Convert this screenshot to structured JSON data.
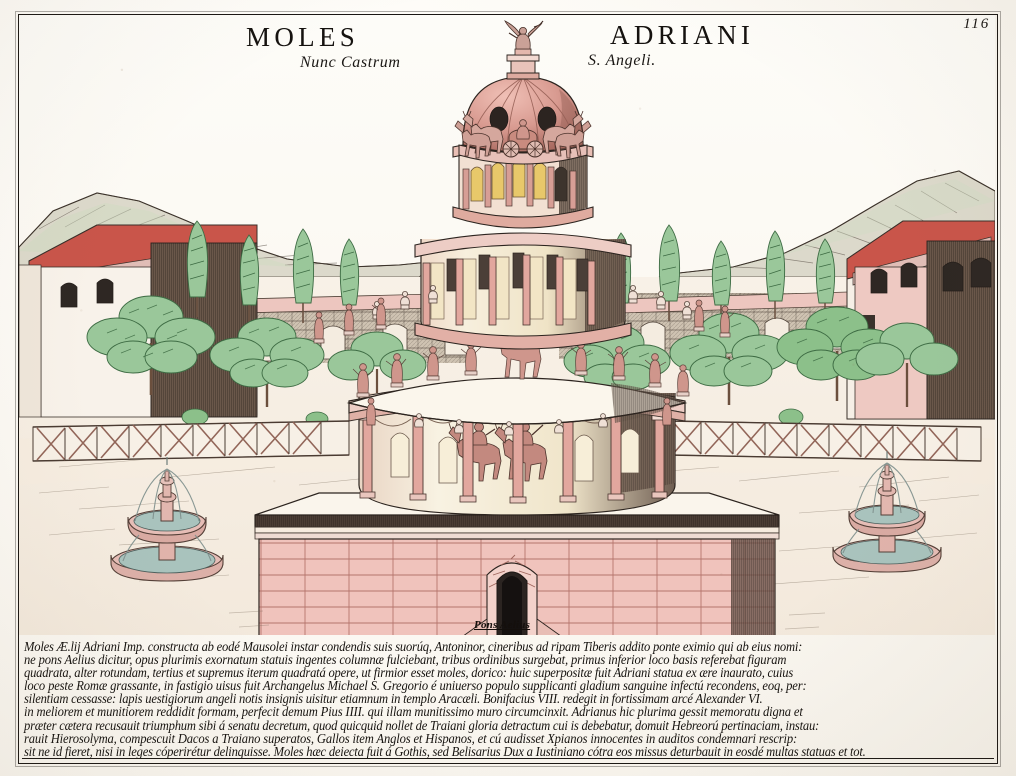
{
  "plate": {
    "folio_number": "116",
    "title_left": "MOLES",
    "title_right": "ADRIANI",
    "subtitle_left": "Nunc Castrum",
    "subtitle_right": "S. Angeli.",
    "inscription_label": "Pons Aelius"
  },
  "caption": {
    "lines": [
      "Moles Æ.lij Adriani Imp. constructa ab eodé Mausolei instar condendis suis suorúq, Antoninor, cineribus ad ripam Tiberis addito ponte eximio qui ab eius nomi:",
      "ne pons Aelius dicitur, opus plurimis exornatum statuis ingentes columnæ fulciebant, tribus ordinibus surgebat, primus inferior loco basis referebat figuram",
      "quadrata, alter rotundam, tertius et supremus iterum quadratá opere, ut firmior esset moles, dorico: huic superpositæ fuit Adriani statua ex ære inaurato, cuius",
      "loco peste Romæ grassante, in fastigio uisus fuit Archangelus Michael S. Gregorio é uniuerso populo supplicanti gladium sanguine infectú recondens, eoq, per:",
      "silentiam cessasse: lapis uestigiorum angeli notis insignis uisitur etiamnum in templo Aracæli. Bonifacius VIII. redegit in fortissimam arcé Alexander VI.",
      "in meliorem et munitiorem reddidit formam, perfecit demum Pius IIII. qui illam munitissimo muro circumcinxit. Adrianus hic plurima gessit memoratu digna  et",
      "præter cætera recusauit triumphum sibi á senatu decretum, quod quicquid nollet de Traiani gloria detractum cui is debebatur,  domuit Hebreorú pertinaciam, instau:",
      "rauit Hierosolyma, compescuit Dacos a Traiano superatos, Gallos item Anglos et Hispanos, et cú audisset Xpianos innocentes in auditos condemnari rescrip:",
      "sit ne id fieret, nisi in leges cóperirétur delinquisse. Moles hæc deiecta fuit á Gothis, sed Belisarius Dux a Iustiniano cótra eos missus deturbauit in eosdé multas statuas et tot."
    ]
  },
  "monument": {
    "name": "mausoleum-of-hadrian",
    "crowning_statue": "archangel-michael-statue",
    "quadriga": "quadriga-chariot-group",
    "tiers": [
      "square-podium-base",
      "lower-colonnaded-drum",
      "statue-terrace",
      "upper-colonnaded-drum",
      "cupola-dome",
      "lantern"
    ],
    "doorway": "arched-entrance"
  },
  "scenery": {
    "left_fountain": "tiered-fountain-left",
    "right_fountain": "tiered-fountain-right",
    "left_building": "background-building-left",
    "right_building": "background-building-right",
    "perimeter_wall": "arcaded-boundary-wall",
    "balustrade": "lattice-balustrade-fence",
    "hills": "background-hills",
    "trees": "cypress-and-broadleaf-trees"
  },
  "colors": {
    "paper": "#faf7f0",
    "ink": "#1a1613",
    "masonry_pink": "#e8b3ad",
    "masonry_pink_light": "#f2cdc7",
    "dome_rose": "#d99a92",
    "foliage_green": "#8cc08a",
    "foliage_green_dark": "#5e9a62",
    "roof_red": "#c9554a",
    "wash_cream": "#f2e9c8",
    "water_teal": "#a9c3bd",
    "stone_grey": "#b9b0a4"
  }
}
